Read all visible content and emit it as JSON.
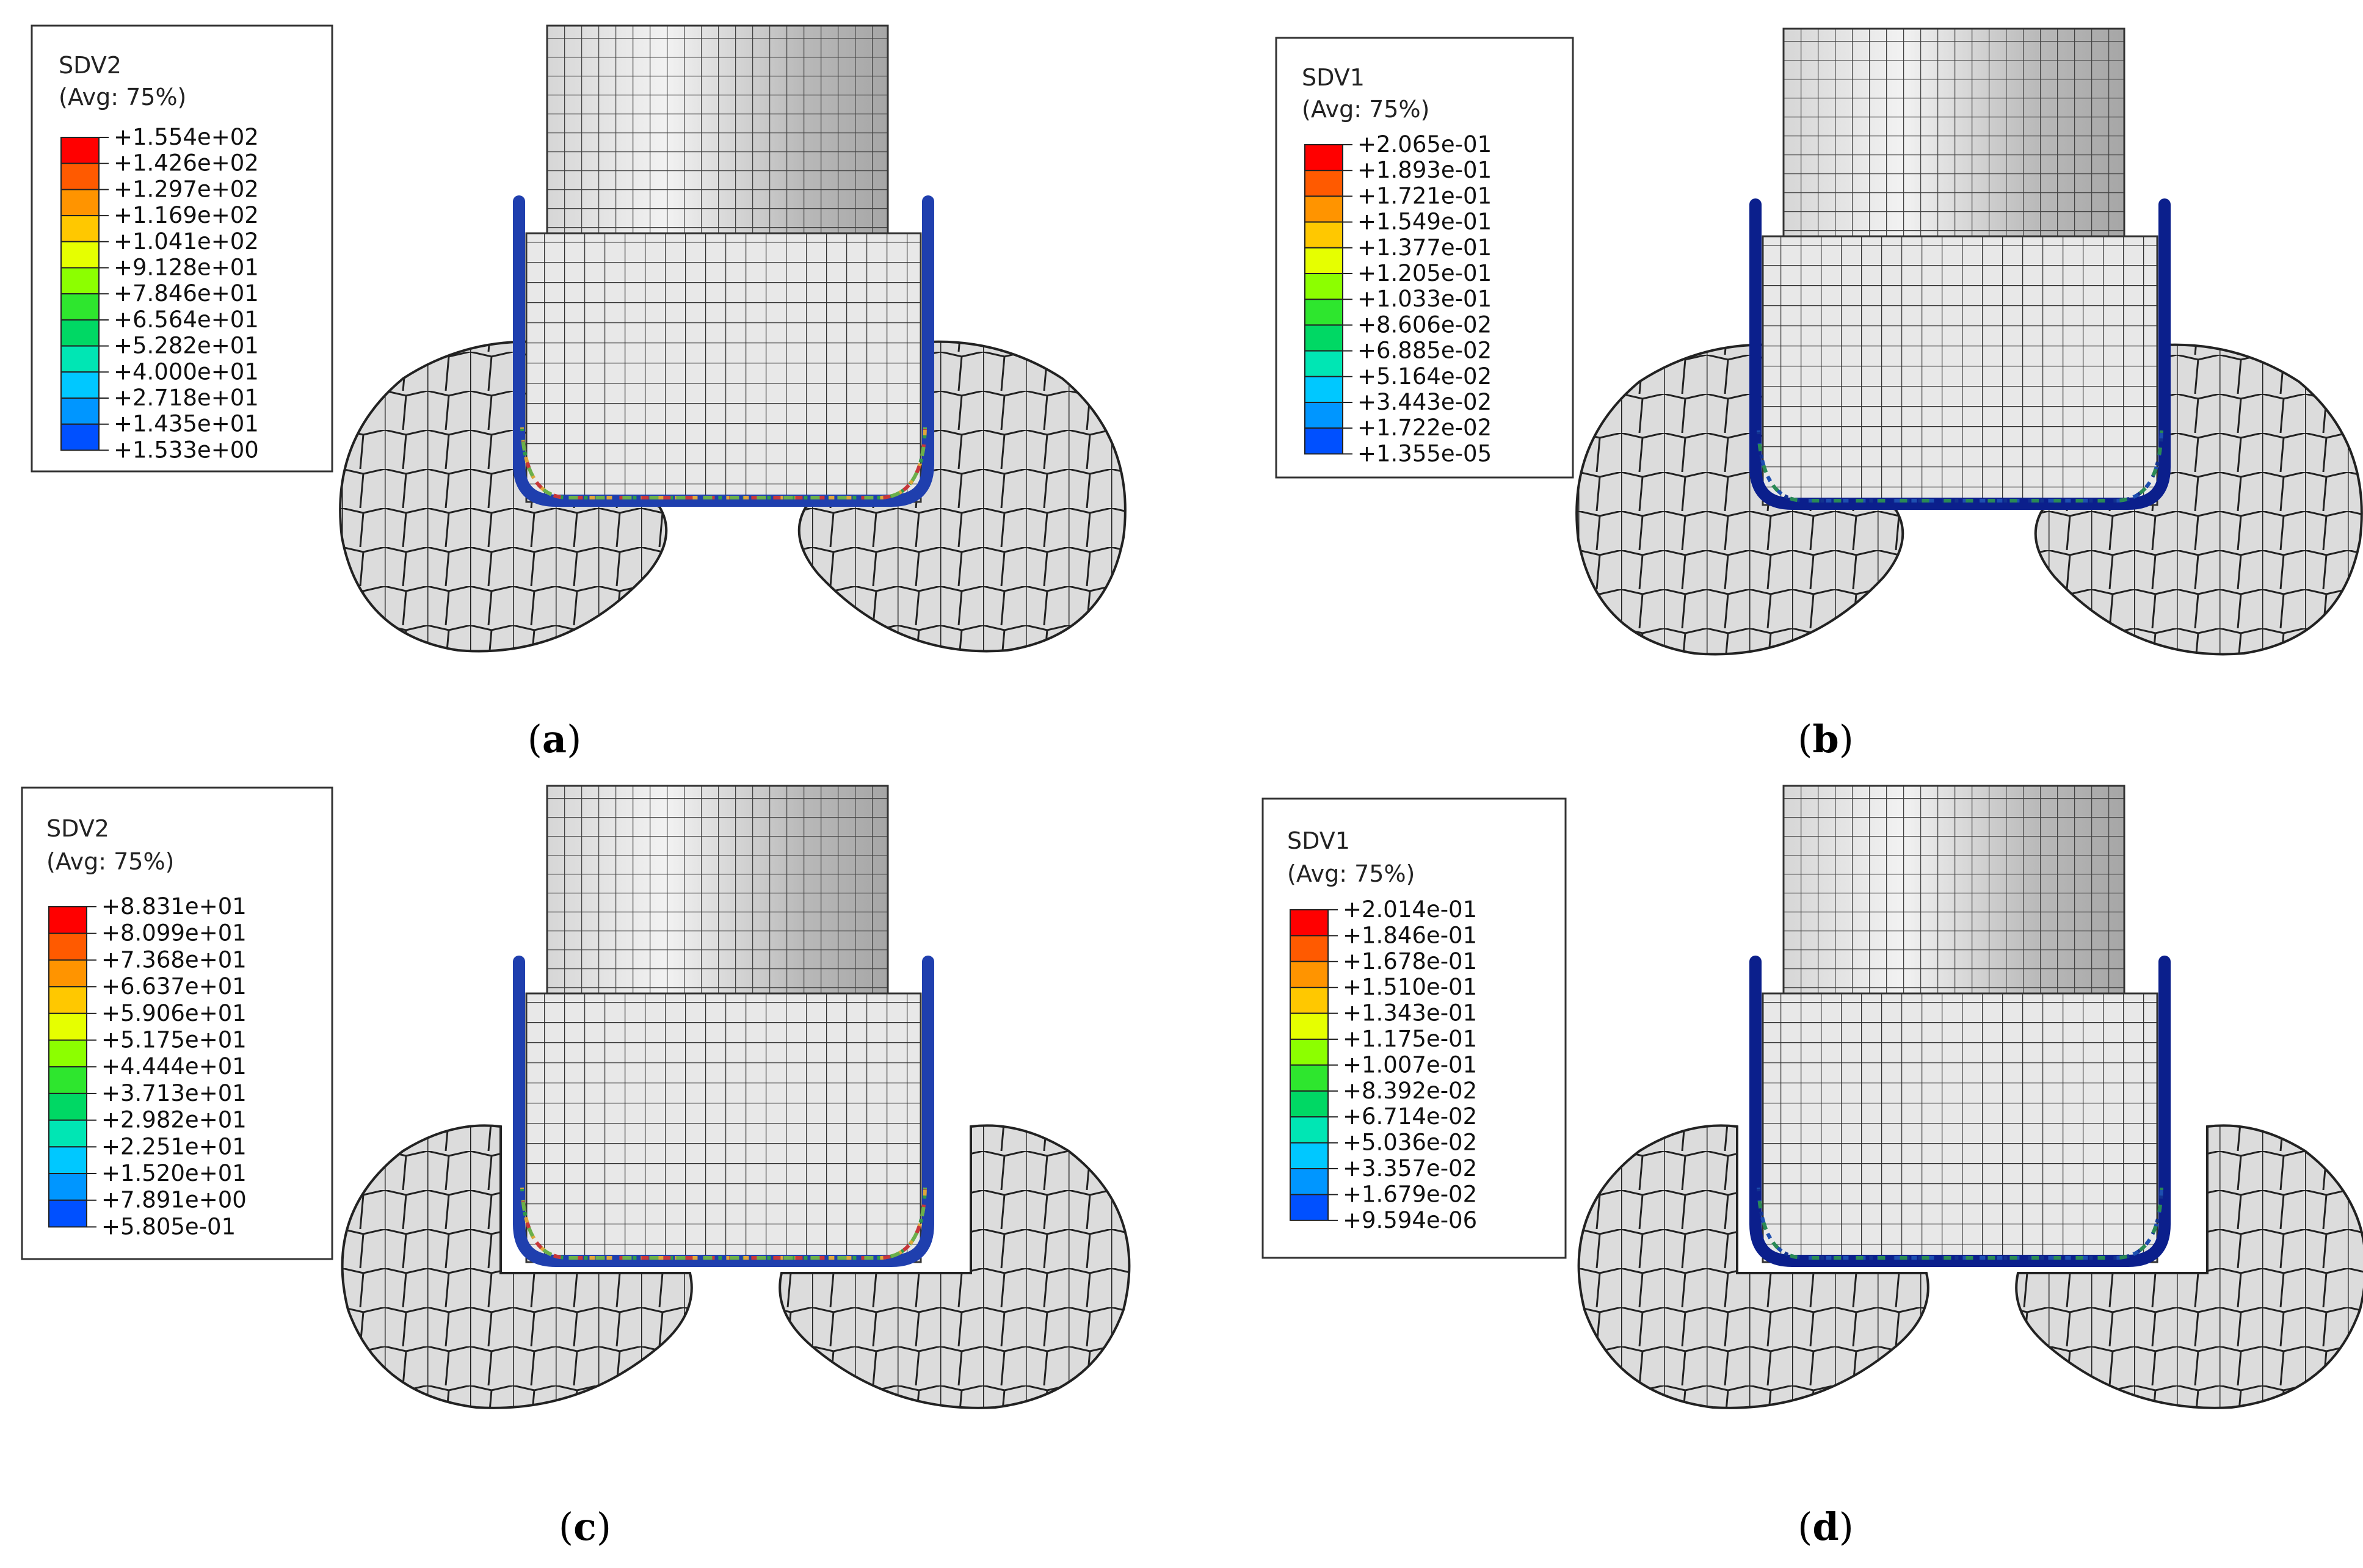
{
  "panels": [
    {
      "id": "a",
      "caption": "a",
      "legend": {
        "variable": "SDV2",
        "averaging": "(Avg: 75%)",
        "values": [
          "+1.554e+02",
          "+1.426e+02",
          "+1.297e+02",
          "+1.169e+02",
          "+1.041e+02",
          "+9.128e+01",
          "+7.846e+01",
          "+6.564e+01",
          "+5.282e+01",
          "+4.000e+01",
          "+2.718e+01",
          "+1.435e+01",
          "+1.533e+00"
        ]
      },
      "variant": "wide-rollers",
      "sheet_colors": [
        "#1f3fae",
        "#2f9a4a",
        "#e0a63a",
        "#c8373a",
        "#6bb04a"
      ]
    },
    {
      "id": "b",
      "caption": "b",
      "legend": {
        "variable": "SDV1",
        "averaging": "(Avg: 75%)",
        "values": [
          "+2.065e-01",
          "+1.893e-01",
          "+1.721e-01",
          "+1.549e-01",
          "+1.377e-01",
          "+1.205e-01",
          "+1.033e-01",
          "+8.606e-02",
          "+6.885e-02",
          "+5.164e-02",
          "+3.443e-02",
          "+1.722e-02",
          "+1.355e-05"
        ]
      },
      "variant": "wide-rollers",
      "sheet_colors": [
        "#0b1f8c",
        "#12328f",
        "#1d4fb0",
        "#2a8a55"
      ]
    },
    {
      "id": "c",
      "caption": "c",
      "legend": {
        "variable": "SDV2",
        "averaging": "(Avg: 75%)",
        "values": [
          "+8.831e+01",
          "+8.099e+01",
          "+7.368e+01",
          "+6.637e+01",
          "+5.906e+01",
          "+5.175e+01",
          "+4.444e+01",
          "+3.713e+01",
          "+2.982e+01",
          "+2.251e+01",
          "+1.520e+01",
          "+7.891e+00",
          "+5.805e-01"
        ]
      },
      "variant": "cut-rollers",
      "sheet_colors": [
        "#1f3fae",
        "#2f9a4a",
        "#e0a63a",
        "#c8373a",
        "#6bb04a"
      ]
    },
    {
      "id": "d",
      "caption": "d",
      "legend": {
        "variable": "SDV1",
        "averaging": "(Avg: 75%)",
        "values": [
          "+2.014e-01",
          "+1.846e-01",
          "+1.678e-01",
          "+1.510e-01",
          "+1.343e-01",
          "+1.175e-01",
          "+1.007e-01",
          "+8.392e-02",
          "+6.714e-02",
          "+5.036e-02",
          "+3.357e-02",
          "+1.679e-02",
          "+9.594e-06"
        ]
      },
      "variant": "cut-rollers",
      "sheet_colors": [
        "#0b1f8c",
        "#12328f",
        "#1d4fb0",
        "#2a8a55"
      ]
    }
  ],
  "legend_colors": [
    "#ff0000",
    "#ff5a00",
    "#ff9400",
    "#ffc800",
    "#e6ff00",
    "#8cff00",
    "#2ee62e",
    "#00d864",
    "#00e6b4",
    "#00c8ff",
    "#0096ff",
    "#0050ff",
    "#0000e6"
  ]
}
